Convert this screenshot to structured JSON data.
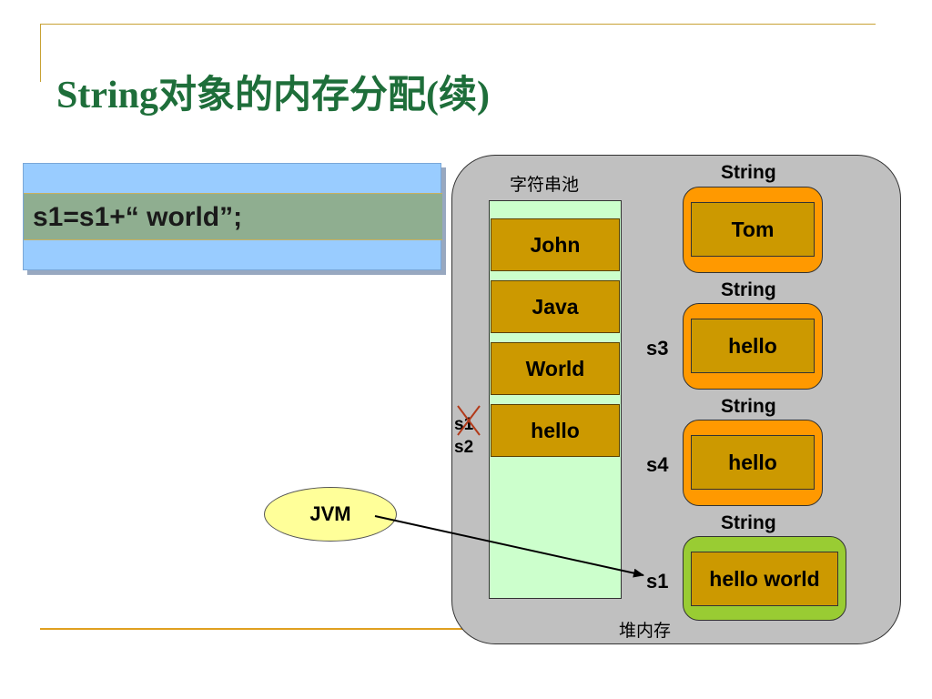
{
  "slide": {
    "title": "String对象的内存分配(续)",
    "code": "s1=s1+“ world”;"
  },
  "diagram": {
    "heap_label": "堆内存",
    "pool_label": "字符串池",
    "pool_items": [
      "John",
      "Java",
      "World",
      "hello"
    ],
    "objects": [
      {
        "type": "String",
        "value": "Tom",
        "ref": ""
      },
      {
        "type": "String",
        "value": "hello",
        "ref": "s3"
      },
      {
        "type": "String",
        "value": "hello",
        "ref": "s4"
      },
      {
        "type": "String",
        "value": "hello world",
        "ref": "s1"
      }
    ],
    "pool_refs": {
      "crossed": "s1",
      "active": "s2"
    },
    "jvm_label": "JVM",
    "colors": {
      "object_border_normal": "#ff9900",
      "object_border_new": "#99cc33",
      "object_fill": "#cc9900",
      "pool_fill": "#ccffcc",
      "heap_fill": "#c0c0c0",
      "cross_mark": "#b23a1a"
    }
  }
}
